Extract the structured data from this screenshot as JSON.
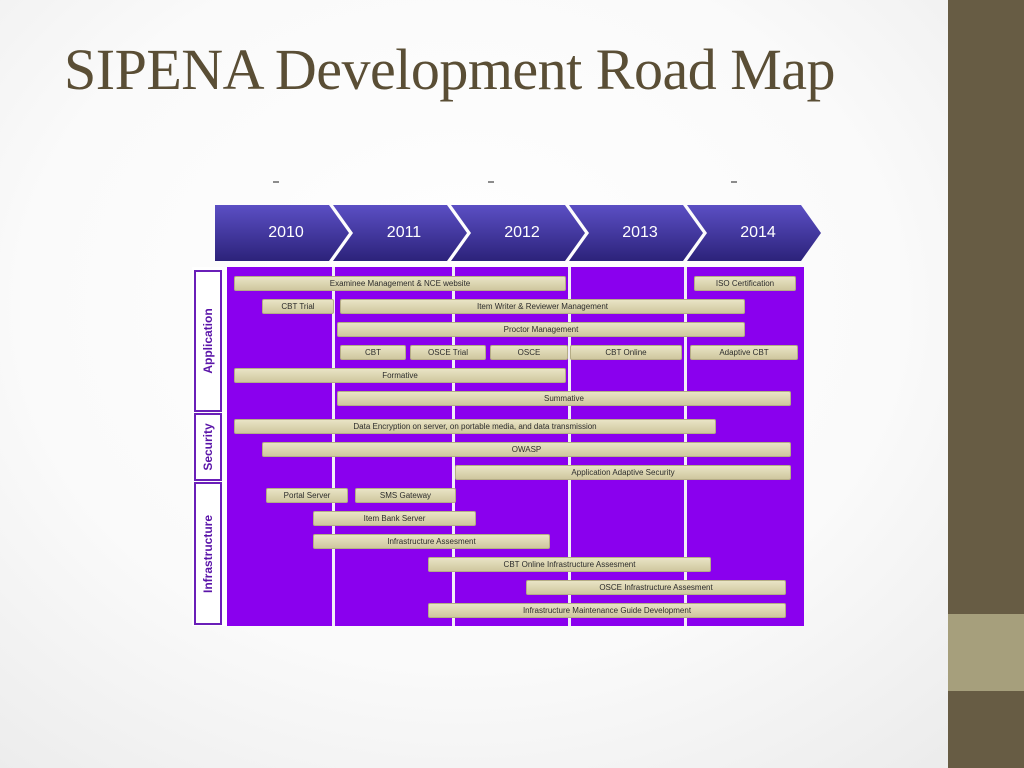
{
  "title": "SIPENA Development Road Map",
  "colors": {
    "accent_bar": "#675c44",
    "accent_block": "#a69f7c",
    "chart_area": "#8a00ee",
    "chevron": "#3b2f9c"
  },
  "years": [
    "2010",
    "2011",
    "2012",
    "2013",
    "2014"
  ],
  "categories": [
    "Application",
    "Security",
    "Infrastructure"
  ],
  "bars": [
    "Examinee Management & NCE website",
    "ISO Certification",
    "CBT Trial",
    "Item Writer & Reviewer Management",
    "Proctor Management",
    "CBT",
    "OSCE Trial",
    "OSCE",
    "CBT Online",
    "Adaptive CBT",
    "Formative",
    "Summative",
    "Data Encryption on server, on portable media, and data transmission",
    "OWASP",
    "Application Adaptive Security",
    "Portal Server",
    "SMS Gateway",
    "Item Bank Server",
    "Infrastructure Assesment",
    "CBT Online Infrastructure Assesment",
    "OSCE Infrastructure Assesment",
    "Infrastructure Maintenance Guide Development"
  ]
}
